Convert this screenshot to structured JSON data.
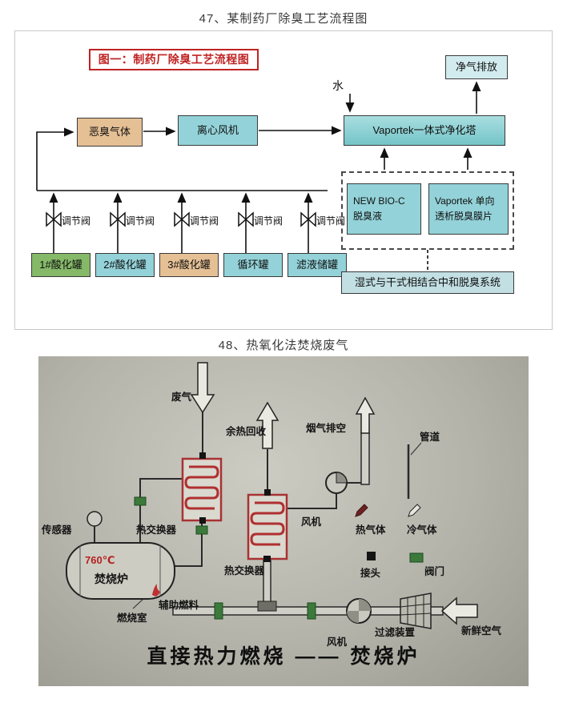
{
  "page": {
    "title_47": "47、某制药厂除臭工艺流程图",
    "title_48": "48、热氧化法焚烧废气"
  },
  "diagram47": {
    "figure_title": "图一：制药厂除臭工艺流程图",
    "clean_gas_outlet": "净气排放",
    "water": "水",
    "tower": "Vaportek一体式净化塔",
    "odor_gas": "恶臭气体",
    "centrifugal_fan": "离心风机",
    "valves": [
      "调节阀",
      "调节阀",
      "调节阀",
      "调节阀",
      "调节阀"
    ],
    "tanks": [
      "1#酸化罐",
      "2#酸化罐",
      "3#酸化罐",
      "循环罐",
      "滤液储罐"
    ],
    "bio_liquid_line1": "NEW BIO-C",
    "bio_liquid_line2": "脱臭液",
    "membrane_line1": "Vaportek 单向",
    "membrane_line2": "透析脱臭膜片",
    "system_caption": "湿式与干式相结合中和脱臭系统",
    "colors": {
      "title_red": "#c02323",
      "cyan_box": "#93d2d8",
      "tan_box": "#e5c095",
      "green_tank": "#85b968",
      "clean_gas_bg": "#d2ebee",
      "system_bg": "#c2dfe3"
    }
  },
  "diagram48": {
    "waste_gas": "废气",
    "heat_recovery": "余热回收",
    "flue_exhaust": "烟气排空",
    "pipe_legend": "管道",
    "heat_exchanger_1": "热交换器",
    "heat_exchanger_2": "热交换器",
    "sensor": "传感器",
    "temperature": "760℃",
    "incinerator": "焚烧炉",
    "auxiliary_fuel": "辅助燃料",
    "combustion_chamber": "燃烧室",
    "fan_top": "风机",
    "fan_bottom": "风机",
    "hot_gas": "热气体",
    "cold_gas": "冷气体",
    "joint": "接头",
    "valve": "阀门",
    "filter_device": "过滤装置",
    "fresh_air": "新鲜空气",
    "caption": "直接热力燃烧 —— 焚烧炉",
    "colors": {
      "background_gray": "#b4b4ab",
      "exchanger_red": "#b03030",
      "valve_green": "#3c7a3c",
      "temp_red": "#b52222"
    }
  }
}
